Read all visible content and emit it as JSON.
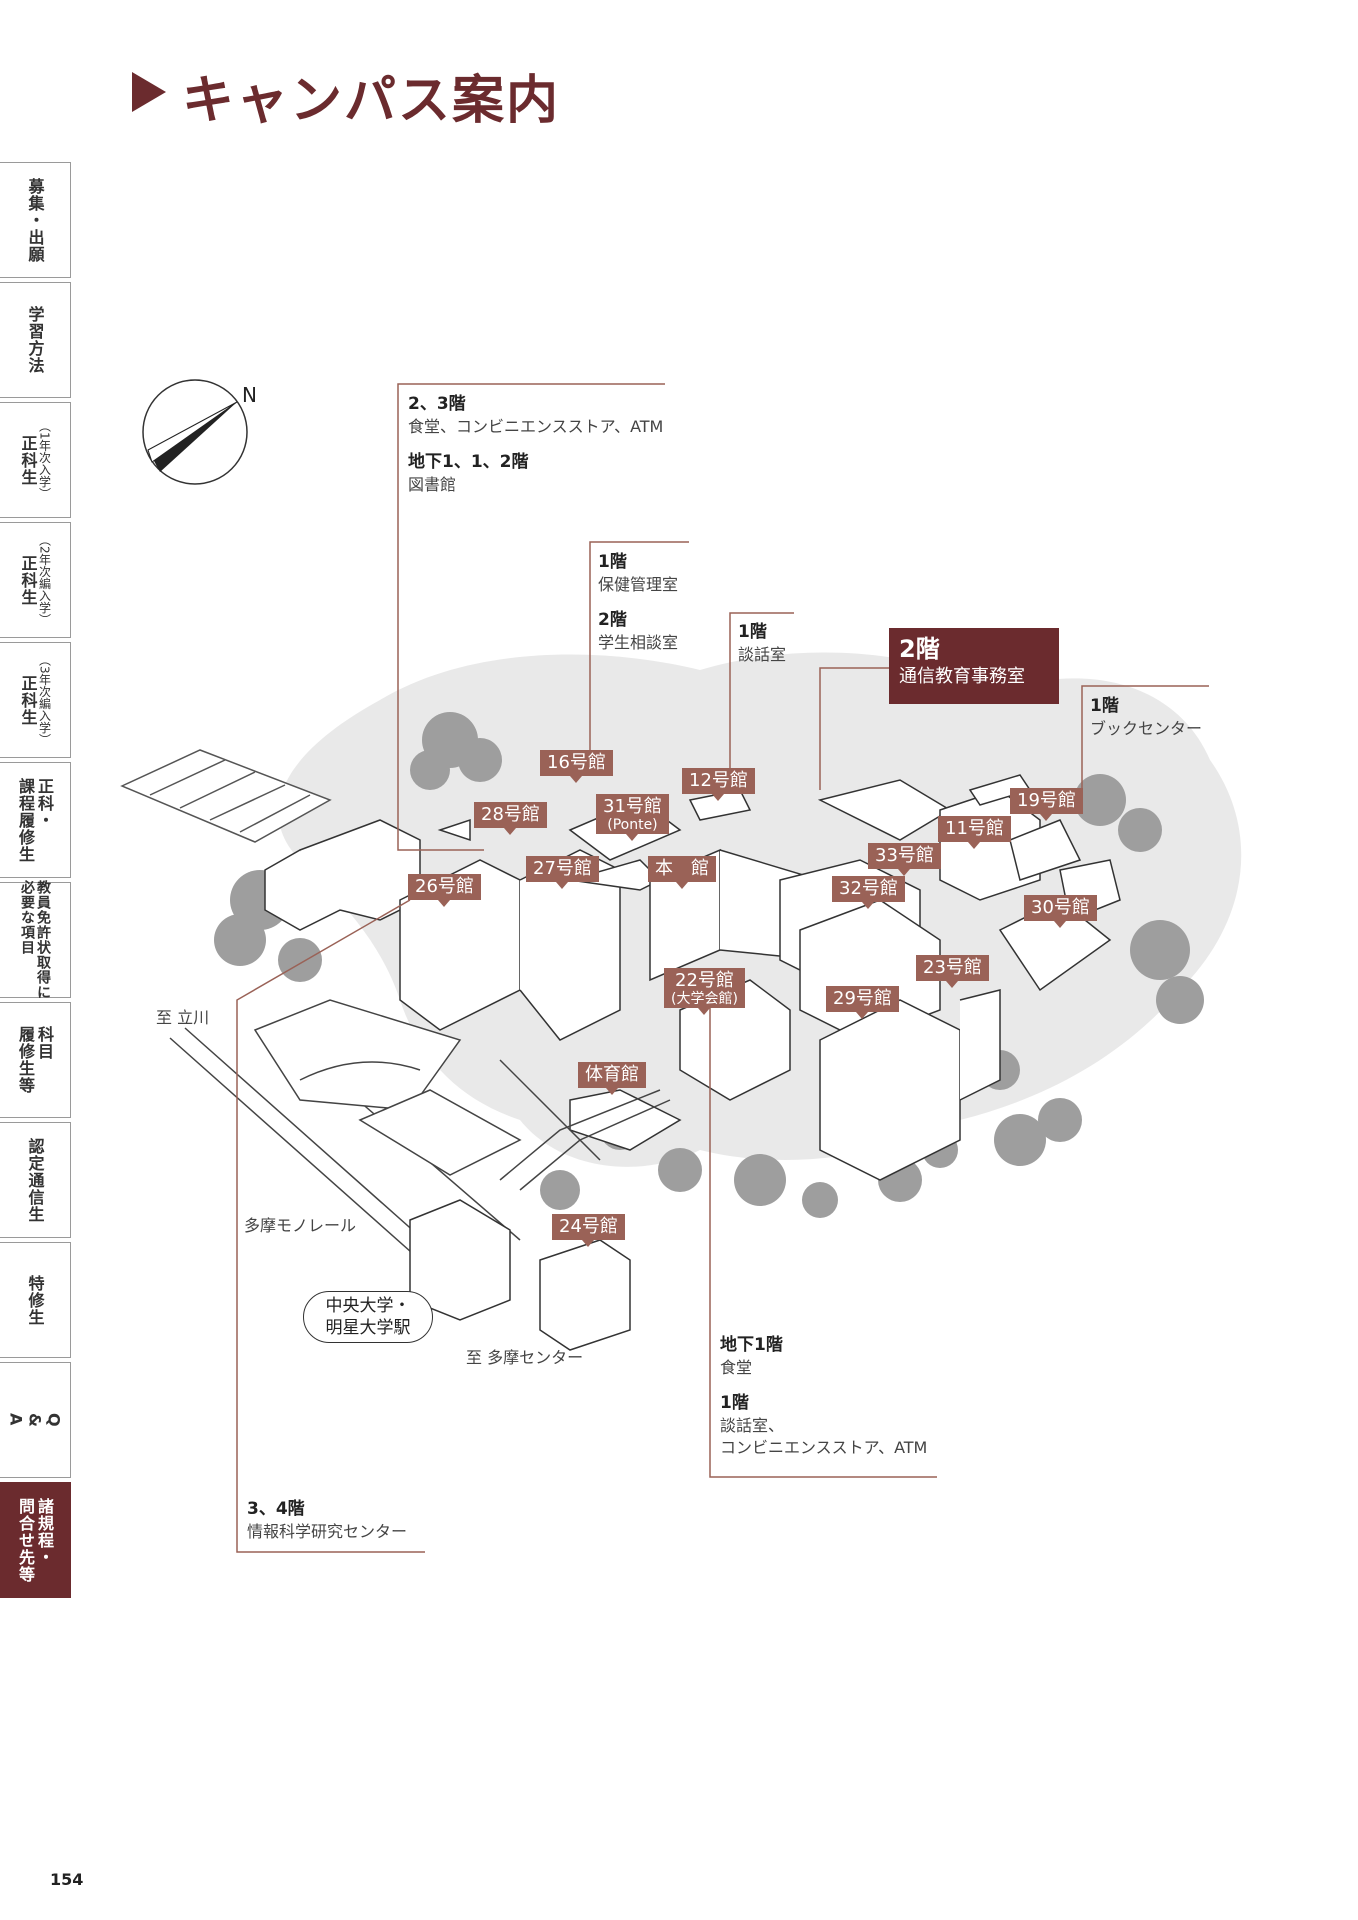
{
  "page": {
    "title": "キャンパス案内",
    "page_number": "154"
  },
  "side_tabs": [
    {
      "label": "募集・出願",
      "sub": "",
      "active": false
    },
    {
      "label": "学習方法",
      "sub": "",
      "active": false
    },
    {
      "label": "正科生",
      "sub": "（1年次入学）",
      "active": false
    },
    {
      "label": "正科生",
      "sub": "（2年次編入学）",
      "active": false
    },
    {
      "label": "正科生",
      "sub": "（3年次編入学）",
      "active": false
    },
    {
      "label": "正科・\n課程履修生",
      "sub": "",
      "active": false
    },
    {
      "label": "教員免許状取得に\n必要な項目",
      "sub": "",
      "active": false
    },
    {
      "label": "科目\n履修生等",
      "sub": "",
      "active": false
    },
    {
      "label": "認定通信生",
      "sub": "",
      "active": false
    },
    {
      "label": "特修生",
      "sub": "",
      "active": false
    },
    {
      "label": "Q\n&\nA",
      "sub": "",
      "active": false
    },
    {
      "label": "諸規程・\n問合せ先等",
      "sub": "",
      "active": true
    }
  ],
  "map": {
    "north_label": "N",
    "buildings": {
      "b16": "16号館",
      "b12": "12号館",
      "b28": "28号館",
      "b31": "31号館",
      "b31_sub": "(Ponte)",
      "b19": "19号館",
      "b11": "11号館",
      "b33": "33号館",
      "b27": "27号館",
      "b_main": "本　館",
      "b26": "26号館",
      "b32": "32号館",
      "b30": "30号館",
      "b23": "23号館",
      "b22": "22号館",
      "b22_sub": "(大学会館)",
      "b29": "29号館",
      "gym": "体育館",
      "b24": "24号館"
    },
    "info": {
      "b28": {
        "f1": "2、3階",
        "d1": "食堂、コンビニエンスストア、ATM",
        "f2": "地下1、1、2階",
        "d2": "図書館"
      },
      "b16": {
        "f1": "1階",
        "d1": "保健管理室",
        "f2": "2階",
        "d2": "学生相談室"
      },
      "b12": {
        "f1": "1階",
        "d1": "談話室"
      },
      "main": {
        "f1": "2階",
        "d1": "通信教育事務室"
      },
      "b19": {
        "f1": "1階",
        "d1": "ブックセンター"
      },
      "b22": {
        "f1": "地下1階",
        "d1": "食堂",
        "f2": "1階",
        "d2": "談話室、",
        "d3": "コンビニエンスストア、ATM"
      },
      "b26": {
        "f1": "3、4階",
        "d1": "情報科学研究センター"
      }
    },
    "places": {
      "tachikawa": "至 立川",
      "monorail": "多摩モノレール",
      "station": "中央大学・\n明星大学駅",
      "tama_center": "至 多摩センター"
    }
  }
}
